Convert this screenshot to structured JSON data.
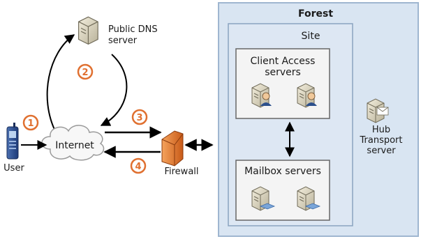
{
  "forest": {
    "title": "Forest",
    "site": {
      "title": "Site",
      "client_access": {
        "title_line1": "Client Access",
        "title_line2": "servers"
      },
      "mailbox": {
        "title": "Mailbox servers"
      }
    },
    "hub": {
      "line1": "Hub",
      "line2": "Transport",
      "line3": "server"
    }
  },
  "external": {
    "dns": {
      "line1": "Public DNS",
      "line2": "server"
    },
    "internet": "Internet",
    "user": "User",
    "firewall": "Firewall"
  },
  "steps": [
    "1",
    "2",
    "3",
    "4"
  ],
  "colors": {
    "forest_bg": "#d9e5f2",
    "forest_border": "#9fb6d0",
    "site_border": "#8aa3c0",
    "box_bg": "#f4f4f4",
    "step_ring": "#e07030",
    "firewall": "#e8772e"
  },
  "icons": [
    "server-icon",
    "user-server-icon",
    "mailbox-server-icon",
    "phone-icon",
    "cloud-icon",
    "firewall-icon",
    "hub-transport-icon"
  ]
}
